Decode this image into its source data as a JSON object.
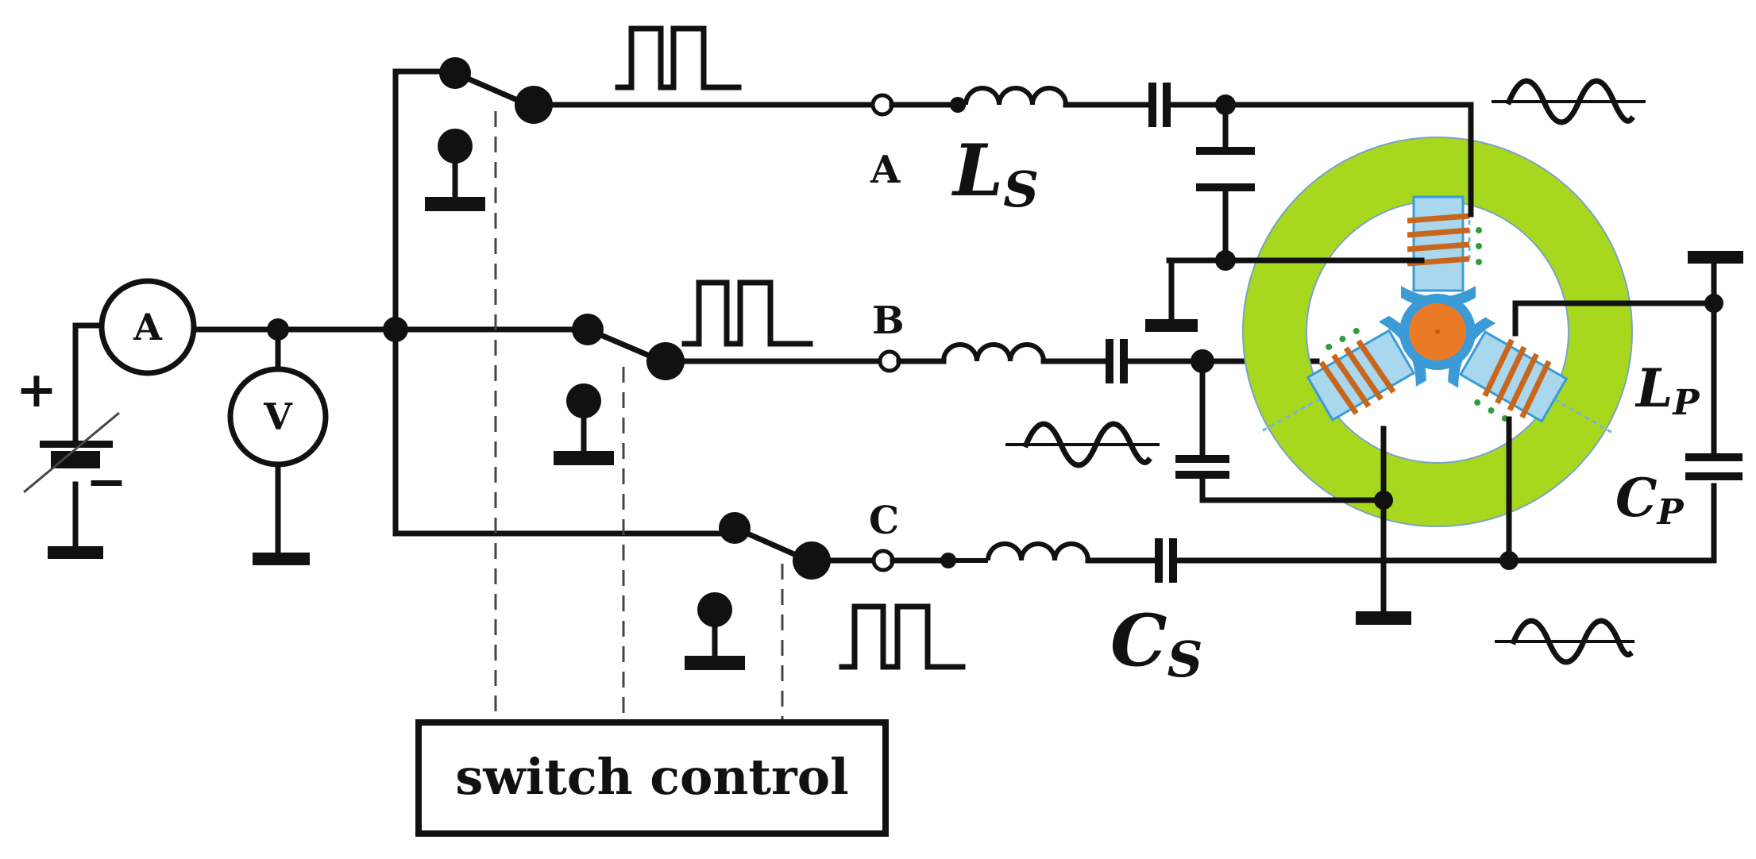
{
  "meters": {
    "ammeter": "A",
    "voltmeter": "V"
  },
  "battery": {
    "plus": "+",
    "minus": "−"
  },
  "phases": {
    "a": "A",
    "b": "B",
    "c": "C"
  },
  "components": {
    "ls_main": "L",
    "ls_sub": "S",
    "cs_main": "C",
    "cs_sub": "S",
    "lp_main": "L",
    "lp_sub": "P",
    "cp_main": "C",
    "cp_sub": "P"
  },
  "switch_box": {
    "label": "switch control"
  },
  "colors": {
    "stator": "#a8d81e",
    "pole": "#a9d7ee",
    "pole_edge": "#3b9bd6",
    "winding": "#c8661c",
    "rotor": "#ea7a26",
    "wire": "#111111"
  }
}
